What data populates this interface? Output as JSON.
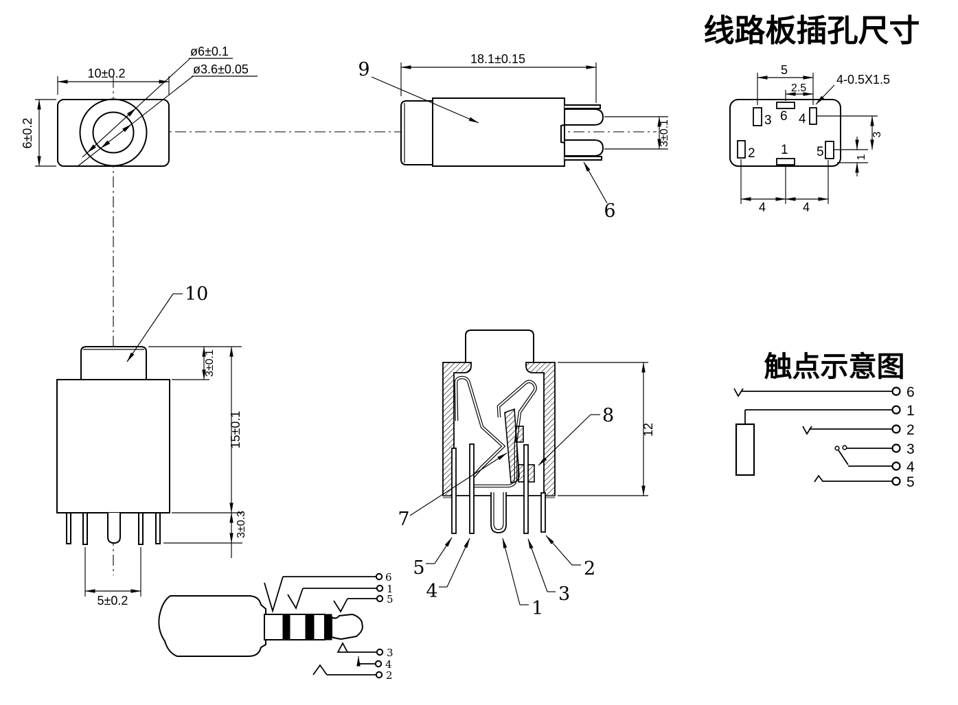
{
  "drawing": {
    "titles": {
      "pcb_holes": "线路板插孔尺寸",
      "contacts": "触点示意图"
    },
    "front_view": {
      "dim_width": "10±0.2",
      "dim_height": "6±0.2",
      "dim_outer": "ø6±0.1",
      "dim_inner": "ø3.6±0.05"
    },
    "side_view": {
      "dim_length": "18.1±0.15",
      "dim_pin_gap": "3±0.1",
      "callout_body": "9",
      "callout_pin": "6"
    },
    "pcb_view": {
      "dim_pitch5": "5",
      "dim_pitch25": "2.5",
      "slot_spec": "4-0.5X1.5",
      "dim_row_gap": "3",
      "dim_edge": "1",
      "dim_left4": "4",
      "dim_right4": "4",
      "pad3": "3",
      "pad6": "6",
      "pad4": "4",
      "pad2": "2",
      "pad1": "1",
      "pad5": "5"
    },
    "body_view": {
      "callout_cap": "10",
      "dim_cap": "3±0.1",
      "dim_body": "15±0.1",
      "dim_pins": "3±0.3",
      "dim_pitch": "5±0.2"
    },
    "section_view": {
      "dim_height": "12",
      "callout_7": "7",
      "callout_8": "8",
      "pin5": "5",
      "pin4": "4",
      "pin1": "1",
      "pin3": "3",
      "pin2": "2"
    },
    "contact_diagram": {
      "pins": [
        "6",
        "1",
        "2",
        "3",
        "4",
        "5"
      ]
    },
    "plug_view": {
      "pins": [
        "6",
        "1",
        "5",
        "3",
        "4",
        "2"
      ]
    }
  }
}
